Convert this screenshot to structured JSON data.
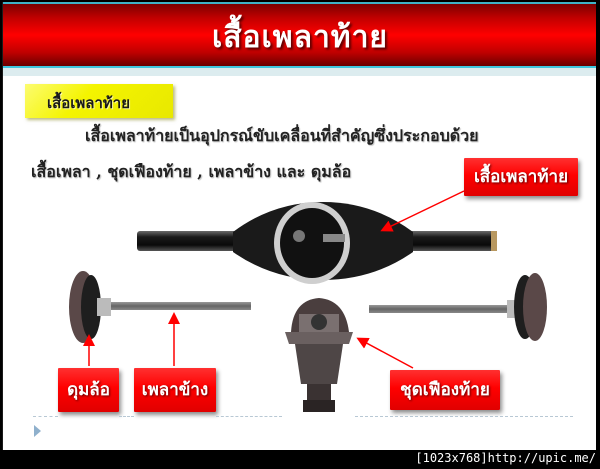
{
  "slide": {
    "title": "เสื้อเพลาท้าย",
    "section_label": "เสื้อเพลาท้าย",
    "body": {
      "line1": "เสื้อเพลาท้ายเป็นอุปกรณ์ขับเคลื่อนที่สำคัญซึ่งประกอบด้วย",
      "line2": "เสื้อเพลา , ชุดเฟืองท้าย , เพลาข้าง  และ ดุมล้อ"
    },
    "callouts": [
      {
        "id": "axle-housing",
        "label": "เสื้อเพลาท้าย"
      },
      {
        "id": "wheel-hub",
        "label": "ดุมล้อ"
      },
      {
        "id": "side-shaft",
        "label": "เพลาข้าง"
      },
      {
        "id": "differential",
        "label": "ชุดเฟืองท้าย"
      }
    ],
    "colors": {
      "title_red": "#ff0000",
      "label_red": "#ff0000",
      "section_yellow": "#f4f400",
      "accent_cyan": "#3fc8e0",
      "arrow_red": "#ff0000"
    }
  },
  "footer": {
    "resolution": "[1023x768]",
    "url": "http://upic.me/"
  }
}
